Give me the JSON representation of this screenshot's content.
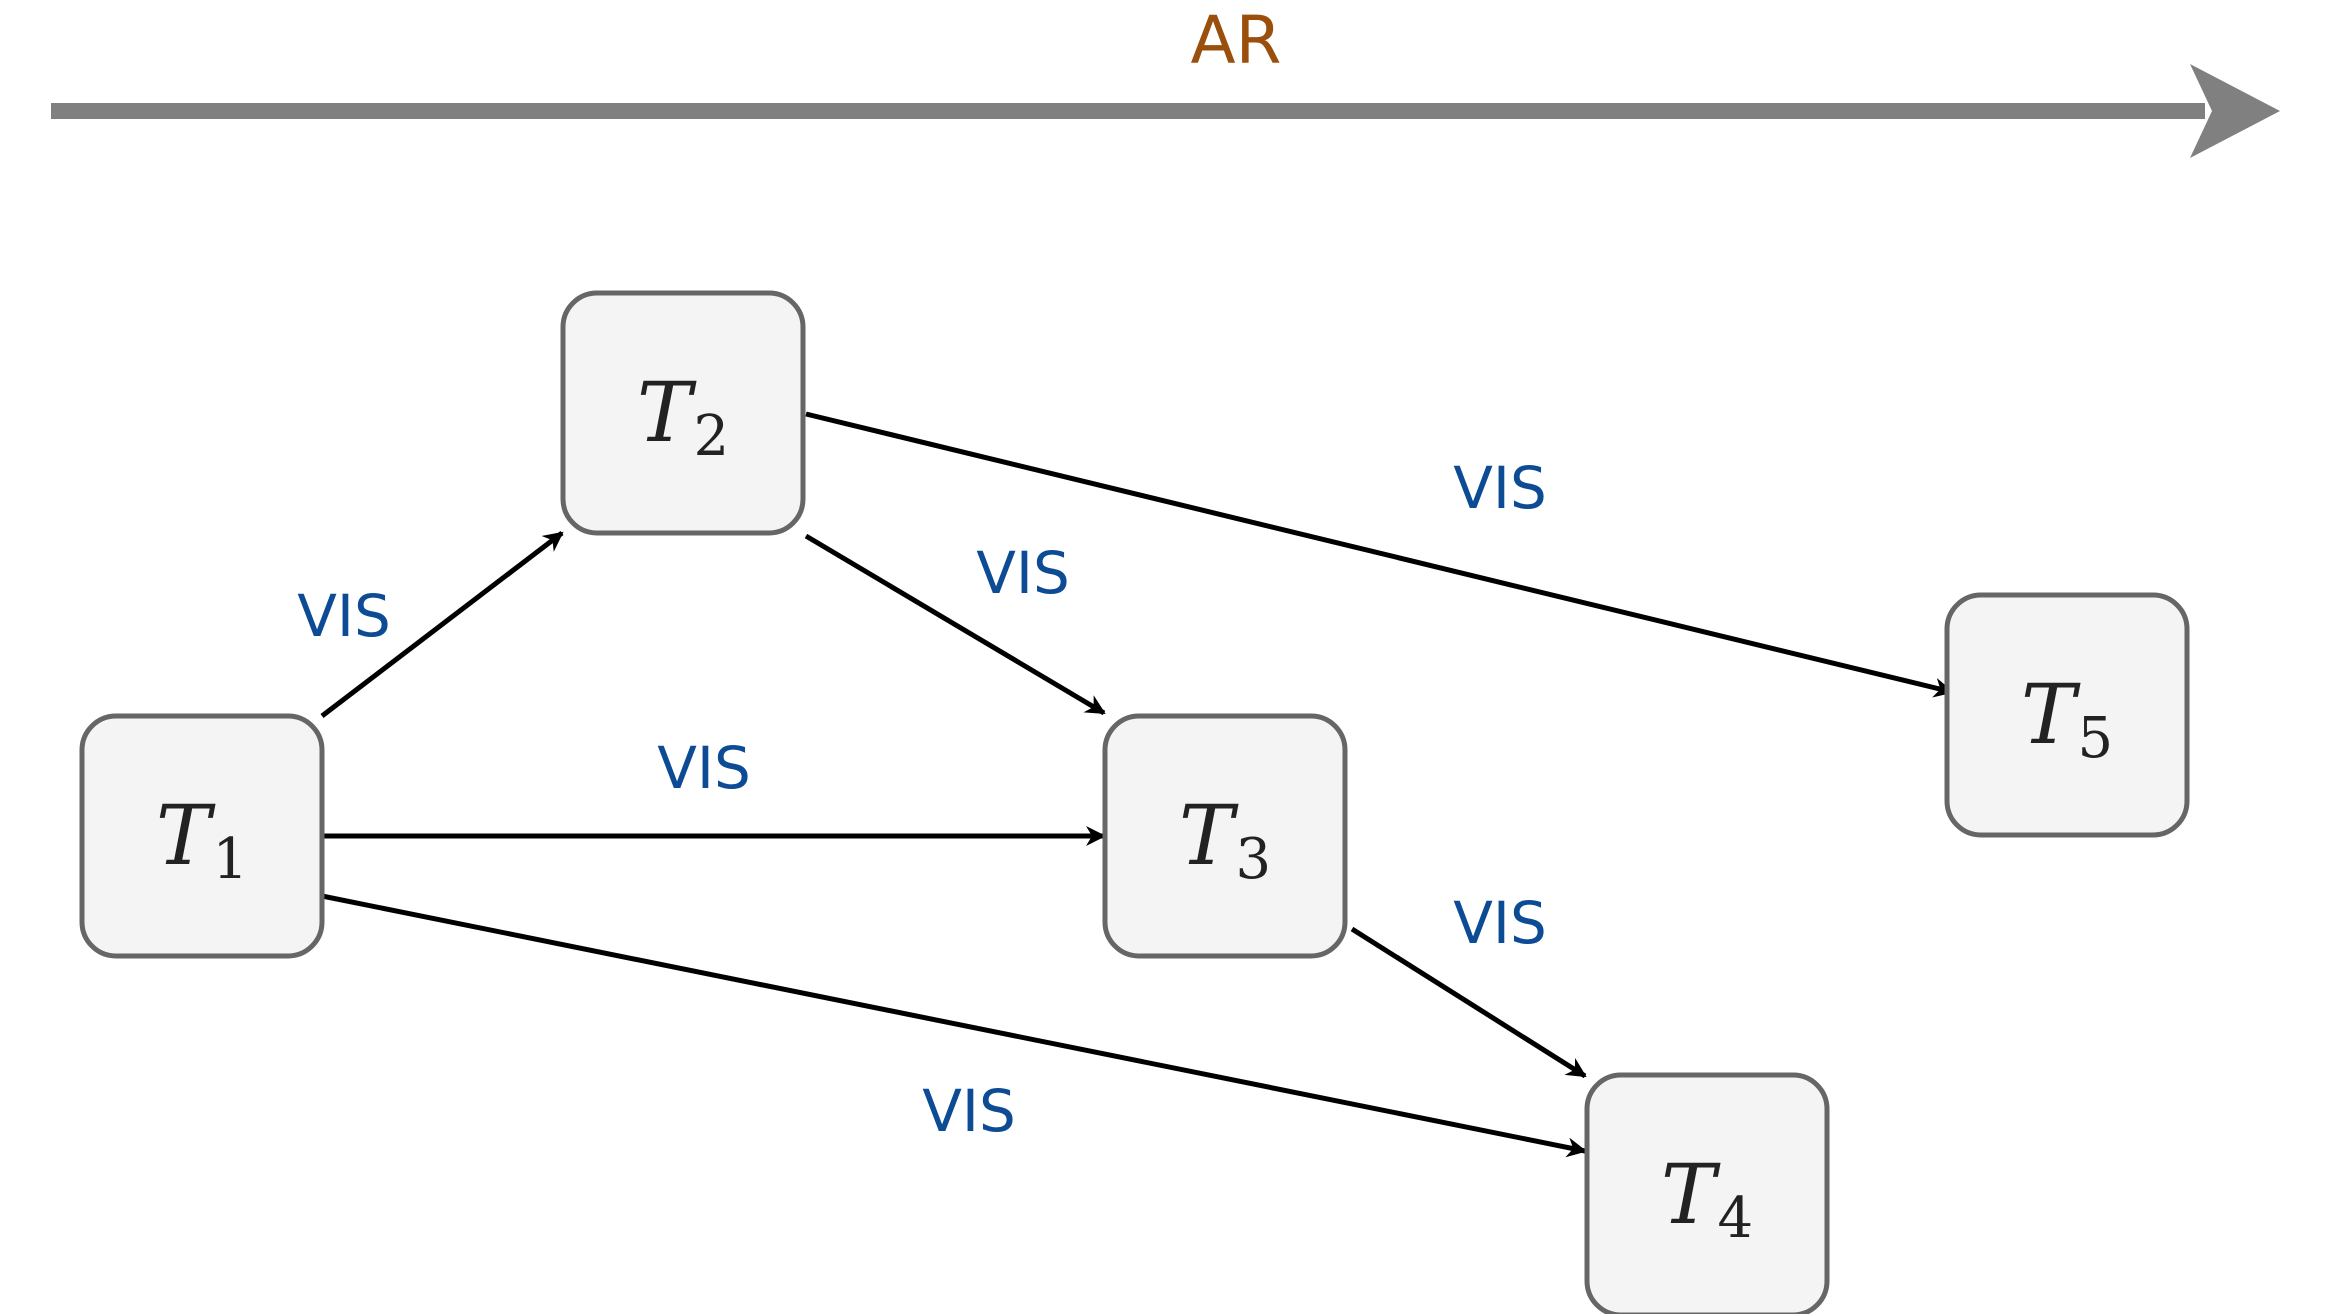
{
  "timeline": {
    "label": "AR",
    "label_color": "#9a4f0d",
    "line_color": "#808080"
  },
  "edge_label_color": "#0d4c94",
  "node_fill": "#f4f4f4",
  "node_stroke": "#666666",
  "nodes": [
    {
      "id": "T1",
      "var": "T",
      "sub": "1"
    },
    {
      "id": "T2",
      "var": "T",
      "sub": "2"
    },
    {
      "id": "T3",
      "var": "T",
      "sub": "3"
    },
    {
      "id": "T4",
      "var": "T",
      "sub": "4"
    },
    {
      "id": "T5",
      "var": "T",
      "sub": "5"
    }
  ],
  "edges": [
    {
      "from": "T1",
      "to": "T2",
      "label": "VIS"
    },
    {
      "from": "T2",
      "to": "T3",
      "label": "VIS"
    },
    {
      "from": "T2",
      "to": "T5",
      "label": "VIS"
    },
    {
      "from": "T1",
      "to": "T3",
      "label": "VIS"
    },
    {
      "from": "T3",
      "to": "T4",
      "label": "VIS"
    },
    {
      "from": "T1",
      "to": "T4",
      "label": "VIS"
    }
  ]
}
